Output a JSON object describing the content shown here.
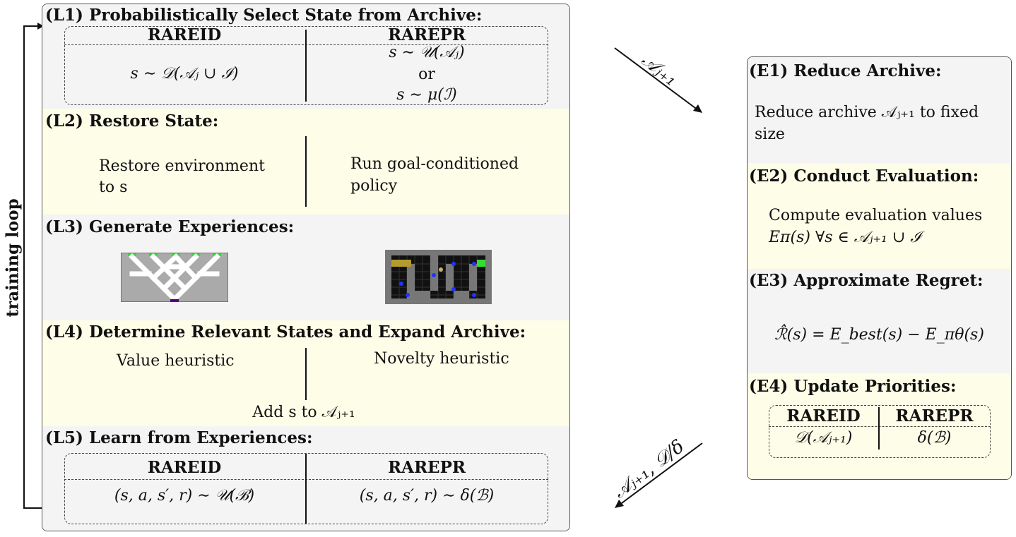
{
  "training_loop_label": "training loop",
  "left": {
    "L1": {
      "tag": "(L1)",
      "title": "Probabilistically Select State from Archive:",
      "col1_head": "RAREID",
      "col2_head": "RAREPR",
      "col1_math": "s ∼ 𝒟(𝒜ⱼ ∪ ℐ)",
      "col2_math_1": "s ∼ 𝒰(𝒜ⱼ)",
      "col2_or": "or",
      "col2_math_2": "s ∼ μ(ℐ)"
    },
    "L2": {
      "tag": "(L2)",
      "title": "Restore State:",
      "col1_line1": "Restore environment",
      "col1_line2": "to s",
      "col2_line1": "Run goal-conditioned",
      "col2_line2": "policy"
    },
    "L3": {
      "tag": "(L3)",
      "title": "Generate Experiences:"
    },
    "L4": {
      "tag": "(L4)",
      "title": "Determine Relevant States and Expand Archive:",
      "col1": "Value heuristic",
      "col2": "Novelty heuristic",
      "bottom": "Add s to 𝒜ⱼ₊₁"
    },
    "L5": {
      "tag": "(L5)",
      "title": "Learn from Experiences:",
      "col1_head": "RAREID",
      "col2_head": "RAREPR",
      "col1_math": "(s, a, s′, r) ∼ 𝒰(ℬ)",
      "col2_math": "(s, a, s′, r) ∼ δ(ℬ)"
    }
  },
  "right": {
    "E1": {
      "tag": "(E1)",
      "title": "Reduce Archive:",
      "line1": "Reduce archive 𝒜ⱼ₊₁ to fixed",
      "line2": "size"
    },
    "E2": {
      "tag": "(E2)",
      "title": "Conduct Evaluation:",
      "line1": "Compute evaluation values",
      "line2": "Eπ(s) ∀s ∈ 𝒜ⱼ₊₁ ∪ ℐ"
    },
    "E3": {
      "tag": "(E3)",
      "title": "Approximate Regret:",
      "formula": "ℛ̂(s) = E_best(s) − E_πθ(s)"
    },
    "E4": {
      "tag": "(E4)",
      "title": "Update Priorities:",
      "col1_head": "RAREID",
      "col2_head": "RAREPR",
      "col1_math": "𝒟(𝒜ⱼ₊₁)",
      "col2_math": "δ(ℬ)"
    }
  },
  "arrows": {
    "top_label": "𝒜ⱼ₊₁",
    "bottom_label": "𝒜ⱼ₊₁, 𝒟/δ"
  },
  "colors": {
    "grey_band": "#f4f4f4",
    "yellow_band": "#fdfde8",
    "green_cell": "#33dd33",
    "blue_dot": "#2233ff",
    "gold_cell": "#b39b2e",
    "purple": "#550077"
  }
}
